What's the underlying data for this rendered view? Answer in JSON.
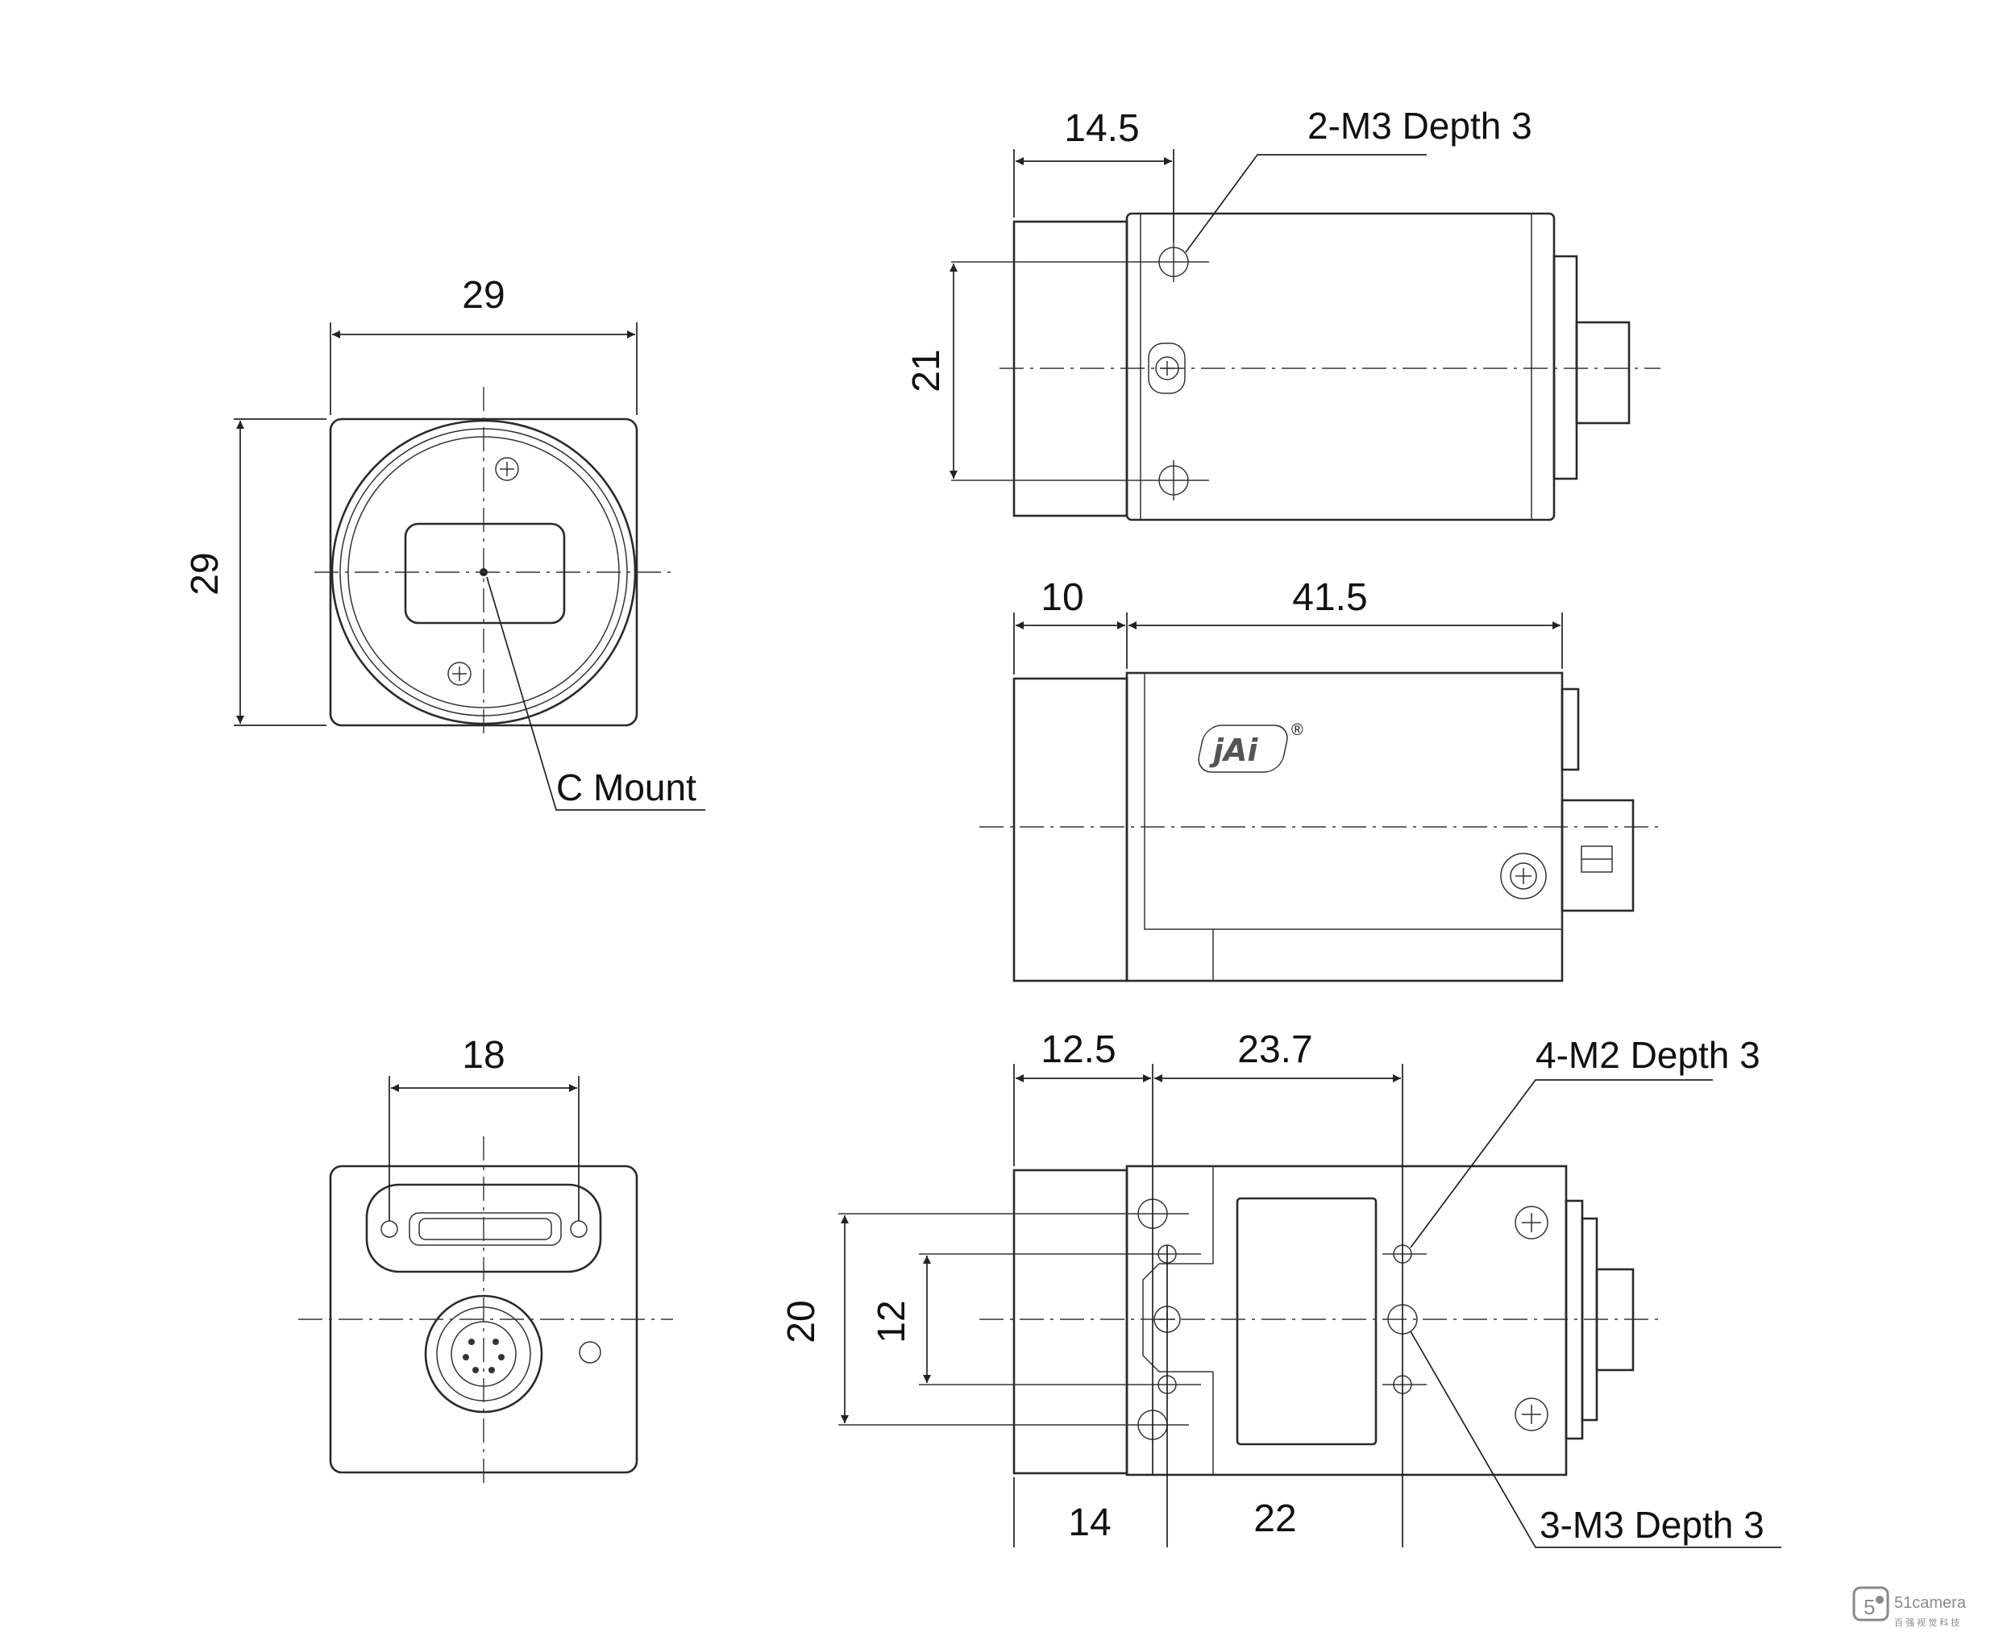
{
  "views": {
    "front": {
      "width_dim": "29",
      "height_dim": "29",
      "mount_label": "C Mount"
    },
    "side_top": {
      "flange_dim": "14.5",
      "hole_spacing_dim": "21",
      "holes_label": "2-M3 Depth 3"
    },
    "side_middle": {
      "front_dim": "10",
      "body_dim": "41.5",
      "brand_mark": "jAi",
      "registered": "®"
    },
    "rear": {
      "connector_dim": "18"
    },
    "bottom": {
      "offset_dim": "12.5",
      "span_dim": "23.7",
      "height_outer_dim": "20",
      "height_inner_dim": "12",
      "lower_left_dim": "14",
      "lower_right_dim": "22",
      "m2_label": "4-M2 Depth 3",
      "m3_label": "3-M3 Depth 3"
    }
  },
  "watermark": {
    "brand": "51camera",
    "subtitle": "百 强 视 觉 科 技",
    "logo_glyph": "5"
  },
  "colors": {
    "line": "#222222",
    "background": "#ffffff"
  }
}
